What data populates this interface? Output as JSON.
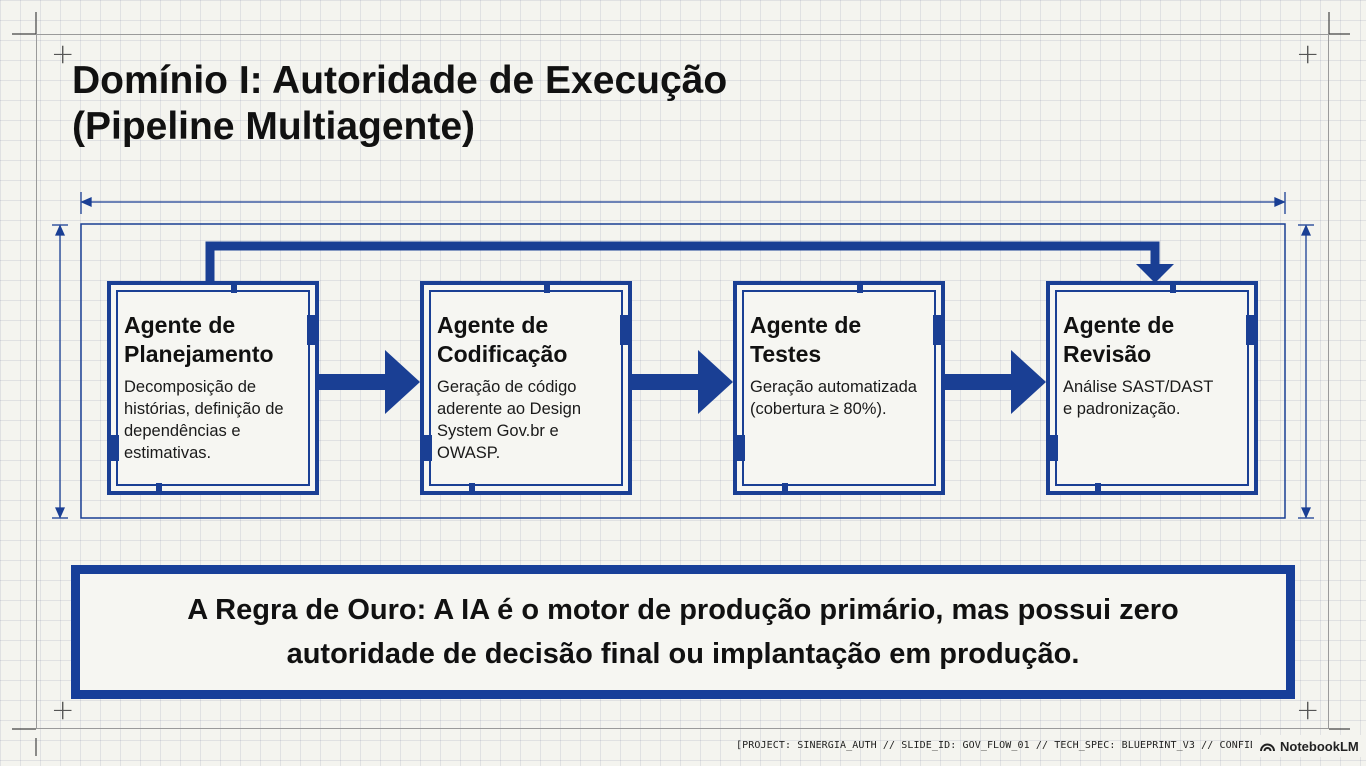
{
  "slide": {
    "title_line1": "Domínio I: Autoridade de Execução",
    "title_line2": "(Pipeline Multiagente)"
  },
  "agents": [
    {
      "title": "Agente de Planejamento",
      "desc": "Decomposição de histórias, definição de dependências e estimativas."
    },
    {
      "title": "Agente de Codificação",
      "desc": "Geração de código aderente ao Design System Gov.br e OWASP."
    },
    {
      "title": "Agente de Testes",
      "desc": "Geração automatizada (cobertura ≥ 80%)."
    },
    {
      "title": "Agente de Revisão",
      "desc": "Análise SAST/DAST e padronização."
    }
  ],
  "golden_rule": {
    "text": "A Regra de Ouro: A IA é o motor de produção primário, mas possui zero autoridade de decisão final ou implantação em produção."
  },
  "footer": {
    "code": "[PROJECT: SINERGIA_AUTH // SLIDE_ID: GOV_FLOW_01 // TECH_SPEC: BLUEPRINT_V3 // CONFIDENT",
    "badge": "NotebookLM"
  },
  "colors": {
    "accent": "#1a3f94",
    "background": "#f4f4ef",
    "text": "#111111"
  },
  "icons": [
    "crop-mark-icon",
    "notebooklm-logo-icon",
    "arrow-right-icon",
    "feedback-arrow-icon"
  ]
}
